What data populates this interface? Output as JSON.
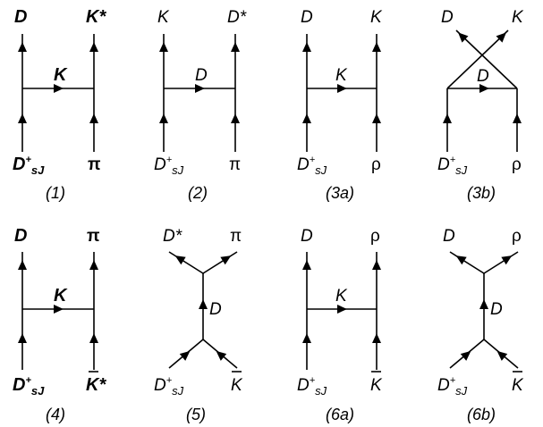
{
  "diagrams": [
    {
      "caption": "(1)",
      "top_left": "D",
      "top_right": "K*",
      "bottom_left_main": "D",
      "bottom_left_sup": "+",
      "bottom_left_sub": "sJ",
      "bottom_right": "π",
      "exchange": "K"
    },
    {
      "caption": "(2)",
      "top_left": "K",
      "top_right": "D*",
      "bottom_left_main": "D",
      "bottom_left_sup": "+",
      "bottom_left_sub": "sJ",
      "bottom_right": "π",
      "exchange": "D"
    },
    {
      "caption": "(3a)",
      "top_left": "D",
      "top_right": "K",
      "bottom_left_main": "D",
      "bottom_left_sup": "+",
      "bottom_left_sub": "sJ",
      "bottom_right": "ρ",
      "exchange": "K"
    },
    {
      "caption": "(3b)",
      "top_left": "D",
      "top_right": "K",
      "bottom_left_main": "D",
      "bottom_left_sup": "+",
      "bottom_left_sub": "sJ",
      "bottom_right": "ρ",
      "exchange": "D"
    },
    {
      "caption": "(4)",
      "top_left": "D",
      "top_right": "π",
      "bottom_left_main": "D",
      "bottom_left_sup": "+",
      "bottom_left_sub": "sJ",
      "bottom_right": "K*",
      "exchange": "K"
    },
    {
      "caption": "(5)",
      "top_left": "D*",
      "top_right": "π",
      "bottom_left_main": "D",
      "bottom_left_sup": "+",
      "bottom_left_sub": "sJ",
      "bottom_right": "K",
      "exchange": "D"
    },
    {
      "caption": "(6a)",
      "top_left": "D",
      "top_right": "ρ",
      "bottom_left_main": "D",
      "bottom_left_sup": "+",
      "bottom_left_sub": "sJ",
      "bottom_right": "K",
      "exchange": "K"
    },
    {
      "caption": "(6b)",
      "top_left": "D",
      "top_right": "ρ",
      "bottom_left_main": "D",
      "bottom_left_sup": "+",
      "bottom_left_sub": "sJ",
      "bottom_right": "K",
      "exchange": "D"
    }
  ]
}
